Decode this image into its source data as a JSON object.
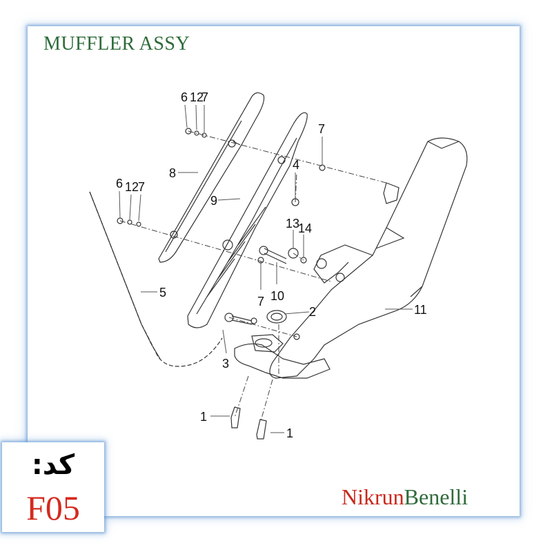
{
  "title": "MUFFLER ASSY",
  "code_label": "کد:",
  "code_value": "F05",
  "brand": {
    "part1": "Nikrun",
    "part2": "Benelli"
  },
  "colors": {
    "title": "#2e6b3a",
    "code_value": "#d42a1e",
    "brand_part1": "#c8281c",
    "brand_part2": "#2e6b3a",
    "frame_glow": "#4682c8"
  },
  "callouts": {
    "c1a": "1",
    "c1b": "1",
    "c2": "2",
    "c3": "3",
    "c4": "4",
    "c5": "5",
    "c6a": "6",
    "c6b": "6",
    "c7a": "7",
    "c7b": "7",
    "c7c": "7",
    "c7d": "7",
    "c8": "8",
    "c9": "9",
    "c10": "10",
    "c11": "11",
    "c12a": "12",
    "c12b": "12",
    "c13": "13",
    "c14": "14"
  }
}
